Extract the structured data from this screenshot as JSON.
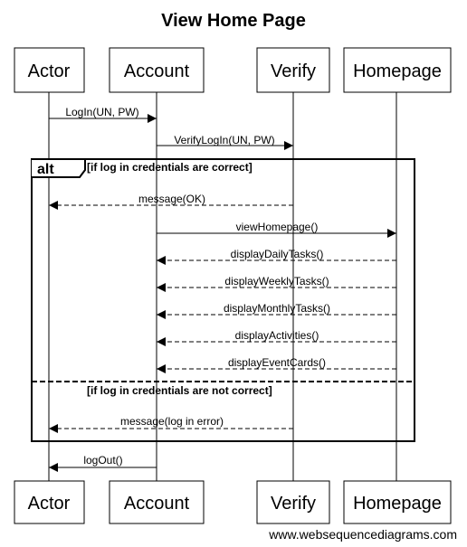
{
  "title": "View Home Page",
  "participants": [
    {
      "id": "actor",
      "label": "Actor"
    },
    {
      "id": "account",
      "label": "Account"
    },
    {
      "id": "verify",
      "label": "Verify"
    },
    {
      "id": "homepage",
      "label": "Homepage"
    }
  ],
  "messages": [
    {
      "from": "actor",
      "to": "account",
      "label": "LogIn(UN, PW)",
      "style": "solid"
    },
    {
      "from": "account",
      "to": "verify",
      "label": "VerifyLogIn(UN, PW)",
      "style": "solid"
    },
    {
      "from": "verify",
      "to": "actor",
      "label": "message(OK)",
      "style": "dashed"
    },
    {
      "from": "account",
      "to": "homepage",
      "label": "viewHomepage()",
      "style": "solid"
    },
    {
      "from": "homepage",
      "to": "account",
      "label": "displayDailyTasks()",
      "style": "dashed"
    },
    {
      "from": "homepage",
      "to": "account",
      "label": "displayWeeklyTasks()",
      "style": "dashed"
    },
    {
      "from": "homepage",
      "to": "account",
      "label": "displayMonthlyTasks()",
      "style": "dashed"
    },
    {
      "from": "homepage",
      "to": "account",
      "label": "displayActivities()",
      "style": "dashed"
    },
    {
      "from": "homepage",
      "to": "account",
      "label": "displayEventCards()",
      "style": "dashed"
    },
    {
      "from": "verify",
      "to": "actor",
      "label": "message(log in error)",
      "style": "dashed"
    },
    {
      "from": "account",
      "to": "actor",
      "label": "logOut()",
      "style": "solid"
    }
  ],
  "fragment": {
    "type": "alt",
    "conditions": [
      "[if log in credentials are correct]",
      "[if log in credentials are not correct]"
    ]
  },
  "footer": "www.websequencediagrams.com"
}
